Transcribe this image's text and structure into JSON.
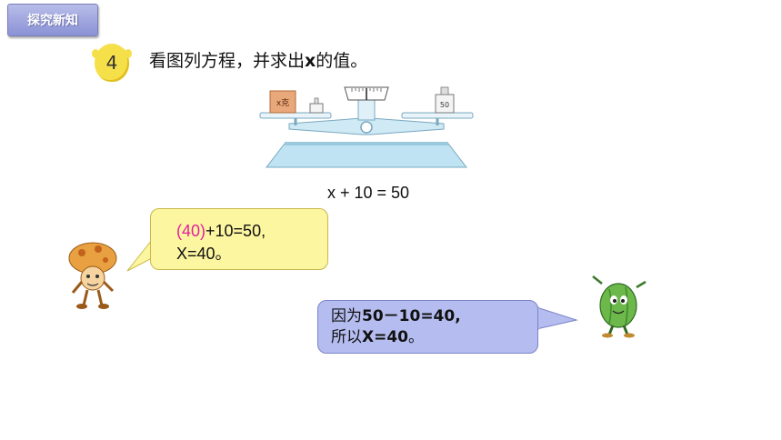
{
  "header": {
    "section_tag": "探究新知"
  },
  "problem": {
    "number": "4",
    "instruction_prefix": "看图列方程，并求出",
    "instruction_var": "x",
    "instruction_suffix": "的值。"
  },
  "scale_image": {
    "left_block_label": "x克",
    "right_weight_label": "50"
  },
  "equation": "x + 10 = 50",
  "yellow_bubble": {
    "answer": "(40)",
    "rest_line1": "+10=50,",
    "line2": "X=40。"
  },
  "blue_bubble": {
    "line1_prefix": "因为",
    "line1_bold": "50－10=40",
    "line1_suffix": ",",
    "line2_prefix": "所以",
    "line2_bold": "X=40",
    "line2_suffix": "。"
  },
  "colors": {
    "tag_bg": "#8a92d6",
    "badge": "#f6e04a",
    "yellow_bubble": "#fdf6a0",
    "blue_bubble": "#b5bdf0",
    "answer_color": "#e020a0",
    "scale_blue": "#bfe3f3"
  }
}
